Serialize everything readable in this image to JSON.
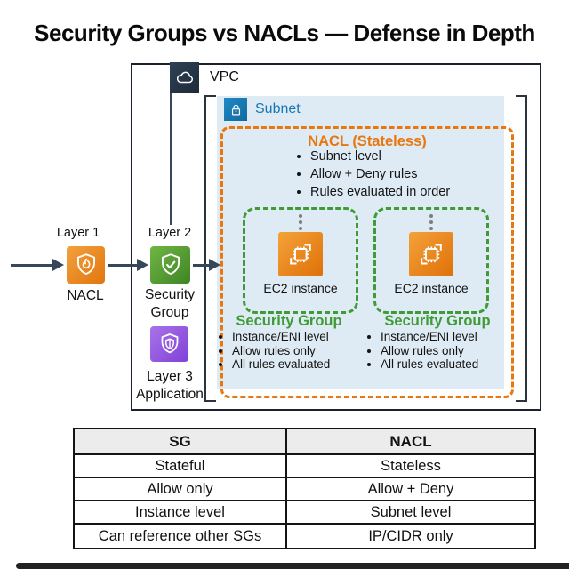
{
  "title": "Security Groups vs NACLs — Defense in Depth",
  "vpc": {
    "label": "VPC"
  },
  "subnet": {
    "label": "Subnet"
  },
  "nacl_box": {
    "title": "NACL (Stateless)",
    "bullets": [
      "Subnet level",
      "Allow + Deny rules",
      "Rules evaluated in order"
    ]
  },
  "ec2_groups": [
    {
      "instance_label": "EC2 instance",
      "sg_title": "Security Group",
      "sg_bullets": [
        "Instance/ENI level",
        "Allow rules only",
        "All rules evaluated"
      ]
    },
    {
      "instance_label": "EC2 instance",
      "sg_title": "Security Group",
      "sg_bullets": [
        "Instance/ENI level",
        "Allow rules only",
        "All rules evaluated"
      ]
    }
  ],
  "layers": {
    "layer1_label": "Layer 1",
    "layer1_name": "NACL",
    "layer2_label": "Layer 2",
    "layer2_name": "Security\nGroup",
    "layer3_label": "Layer 3\nApplication"
  },
  "comparison_table": {
    "headers": [
      "SG",
      "NACL"
    ],
    "rows": [
      [
        "Stateful",
        "Stateless"
      ],
      [
        "Allow only",
        "Allow + Deny"
      ],
      [
        "Instance level",
        "Subnet level"
      ],
      [
        "Can reference other SGs",
        "IP/CIDR only"
      ]
    ]
  },
  "icons": {
    "vpc": "cloud-icon",
    "subnet": "lock-icon",
    "ec2": "chip-icon",
    "layer1": "shield-flame-icon",
    "layer2": "shield-check-icon",
    "layer3": "shield-app-icon",
    "more_instances": "vertical-ellipsis-dots"
  },
  "colors": {
    "nacl_orange": "#E8770F",
    "sg_green": "#3F9B35",
    "subnet_blue": "#1878B4",
    "subnet_fill": "#DEEBF4",
    "vpc_navy": "#232F3E",
    "app_purple": "#8A4FD8",
    "arrow_slate": "#37475A"
  }
}
